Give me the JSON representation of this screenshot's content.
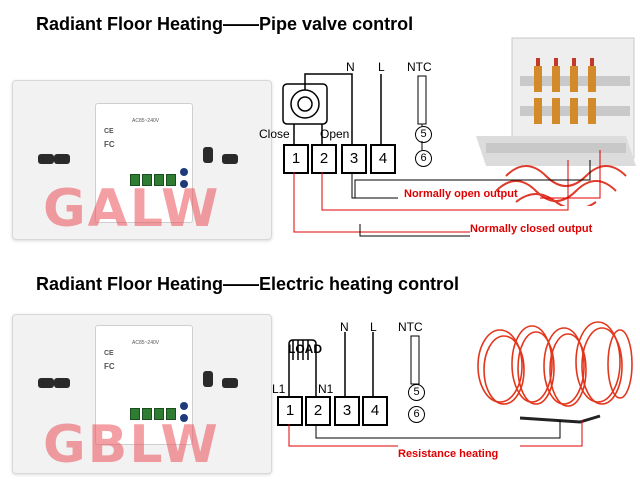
{
  "top": {
    "title_left": "Radiant Floor Heating",
    "title_dash": "——",
    "title_right": "Pipe valve control",
    "watermark": "GALW",
    "labels": {
      "n": "N",
      "l": "L",
      "ntc": "NTC",
      "close": "Close",
      "open": "Open"
    },
    "terminals": [
      "1",
      "2",
      "3",
      "4"
    ],
    "ntc_pins": [
      "5",
      "6"
    ],
    "outputs": {
      "normally_open": "Normally open output",
      "normally_closed": "Normally closed output"
    }
  },
  "bottom": {
    "title_left": "Radiant Floor Heating",
    "title_dash": "——",
    "title_right": "Electric heating control",
    "watermark": "GBLW",
    "labels": {
      "n": "N",
      "l": "L",
      "ntc": "NTC",
      "load": "LOAD",
      "l1": "L1",
      "n1": "N1"
    },
    "terminals": [
      "1",
      "2",
      "3",
      "4"
    ],
    "ntc_pins": [
      "5",
      "6"
    ],
    "outputs": {
      "resistance": "Resistance heating"
    }
  },
  "module_text": {
    "spec": "AC85~240V",
    "fc": "FC",
    "ce": "CE"
  },
  "colors": {
    "accent": "#e00000",
    "terminal_green": "#2e7d32",
    "watermark": "#eb505a"
  }
}
